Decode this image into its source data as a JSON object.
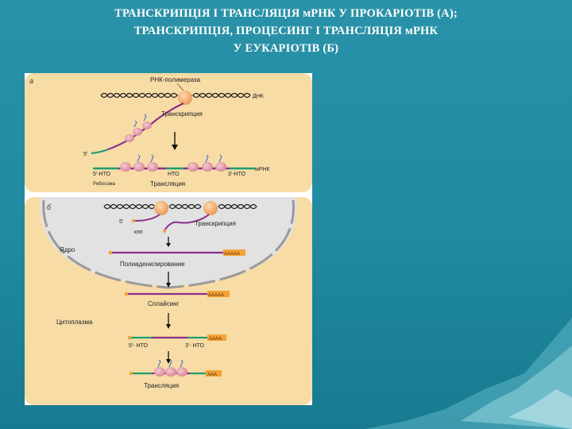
{
  "title": {
    "line1": "ТРАНСКРИПЦІЯ І ТРАНСЛЯЦІЯ мРНК У ПРОКАРІОТІВ (А);",
    "line2": "ТРАНСКРИПЦІЯ, ПРОЦЕСИНГ І ТРАНСЛЯЦІЯ мРНК",
    "line3": "У ЕУКАРІОТІВ (Б)"
  },
  "panel_a": {
    "letter": "а",
    "polymerase_label": "РНК-полимераза",
    "dna_label": "ДНК",
    "transcription_label": "Транскрипция",
    "five_prime": "5'",
    "utr5_label": "5'-НТО",
    "nto_label": "НТО",
    "utr3_label": "3'-НТО",
    "mrna_label": "мРНК",
    "ribosome_label": "Рибосома",
    "translation_label": "Трансляция"
  },
  "panel_b": {
    "letter": "б",
    "five_prime": "5'",
    "cap_label": "кэп",
    "transcription_label": "Транскрипция",
    "nucleus_label": "Ядро",
    "polya_tail_1": "AAAAA",
    "polyadenylation_label": "Полиаденилирование",
    "polya_tail_2": "AAAAA",
    "splicing_label": "Сплайсинг",
    "cytoplasm_label": "Цитоплазма",
    "polya_tail_3": "AAAA",
    "utr5_label": "5'- НТО",
    "utr3_label": "3'- НТО",
    "polya_tail_4": "AAA",
    "translation_label": "Трансляция"
  },
  "colors": {
    "background": "#2a92a8",
    "panel_a_fill": "#f7dca6",
    "nucleus_fill": "#e2e2e2",
    "rna_strand": "#8b2f8b",
    "utr_strand": "#1f9f6e",
    "ribosome": "#e7a3b3",
    "polymerase": "#f5b67a",
    "polya_tail": "#f3a338"
  }
}
